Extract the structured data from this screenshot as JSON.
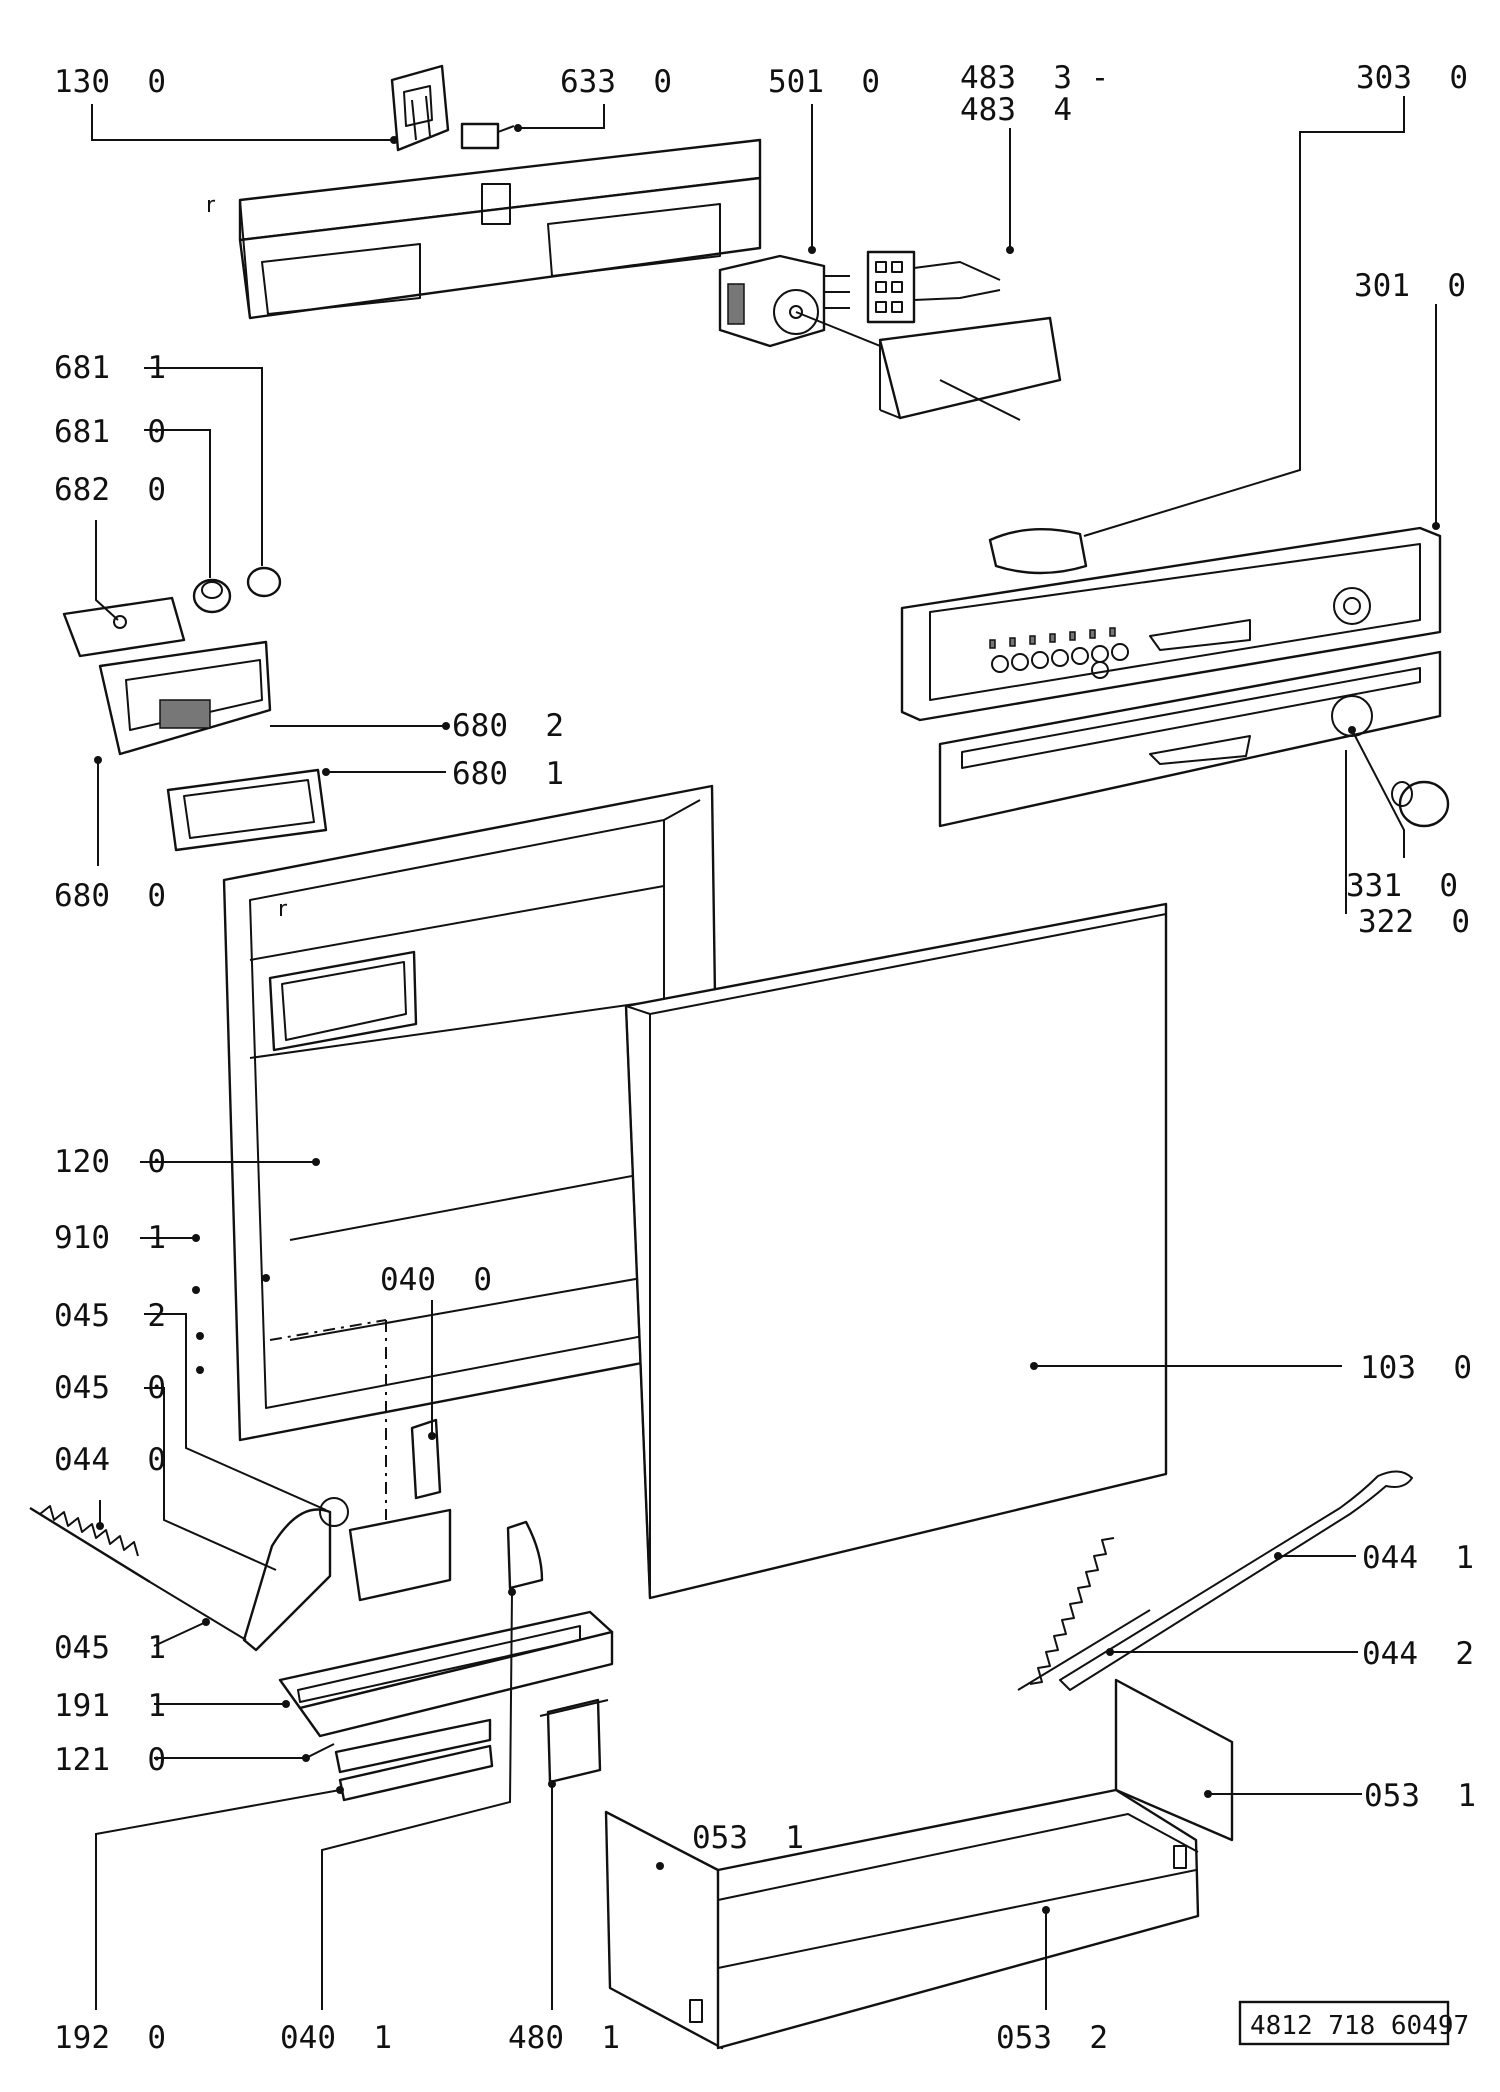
{
  "labels": {
    "p130_0": "130  0",
    "p633_0": "633  0",
    "p501_0": "501  0",
    "p483_3": "483  3 -",
    "p483_4": "483  4",
    "p303_0": "303  0",
    "p301_0": "301  0",
    "p681_1": "681  1",
    "p681_0": "681  0",
    "p682_0": "682  0",
    "p680_2": "680  2",
    "p680_1": "680  1",
    "p680_0": "680  0",
    "p331_0": "331  0",
    "p322_0": "322  0",
    "p120_0": "120  0",
    "p910_1": "910  1",
    "p040_0": "040  0",
    "p045_2": "045  2",
    "p103_0": "103  0",
    "p045_0": "045  0",
    "p044_0": "044  0",
    "p044_1": "044  1",
    "p045_1": "045  1",
    "p044_2": "044  2",
    "p191_1": "191  1",
    "p121_0": "121  0",
    "p053_1_right": "053  1",
    "p053_1_inner": "053  1",
    "p192_0": "192  0",
    "p040_1": "040  1",
    "p480_1": "480  1",
    "p053_2": "053  2"
  },
  "markers": {
    "r_top": "r",
    "r_door": "r"
  },
  "document_code": "4812 718 60497"
}
